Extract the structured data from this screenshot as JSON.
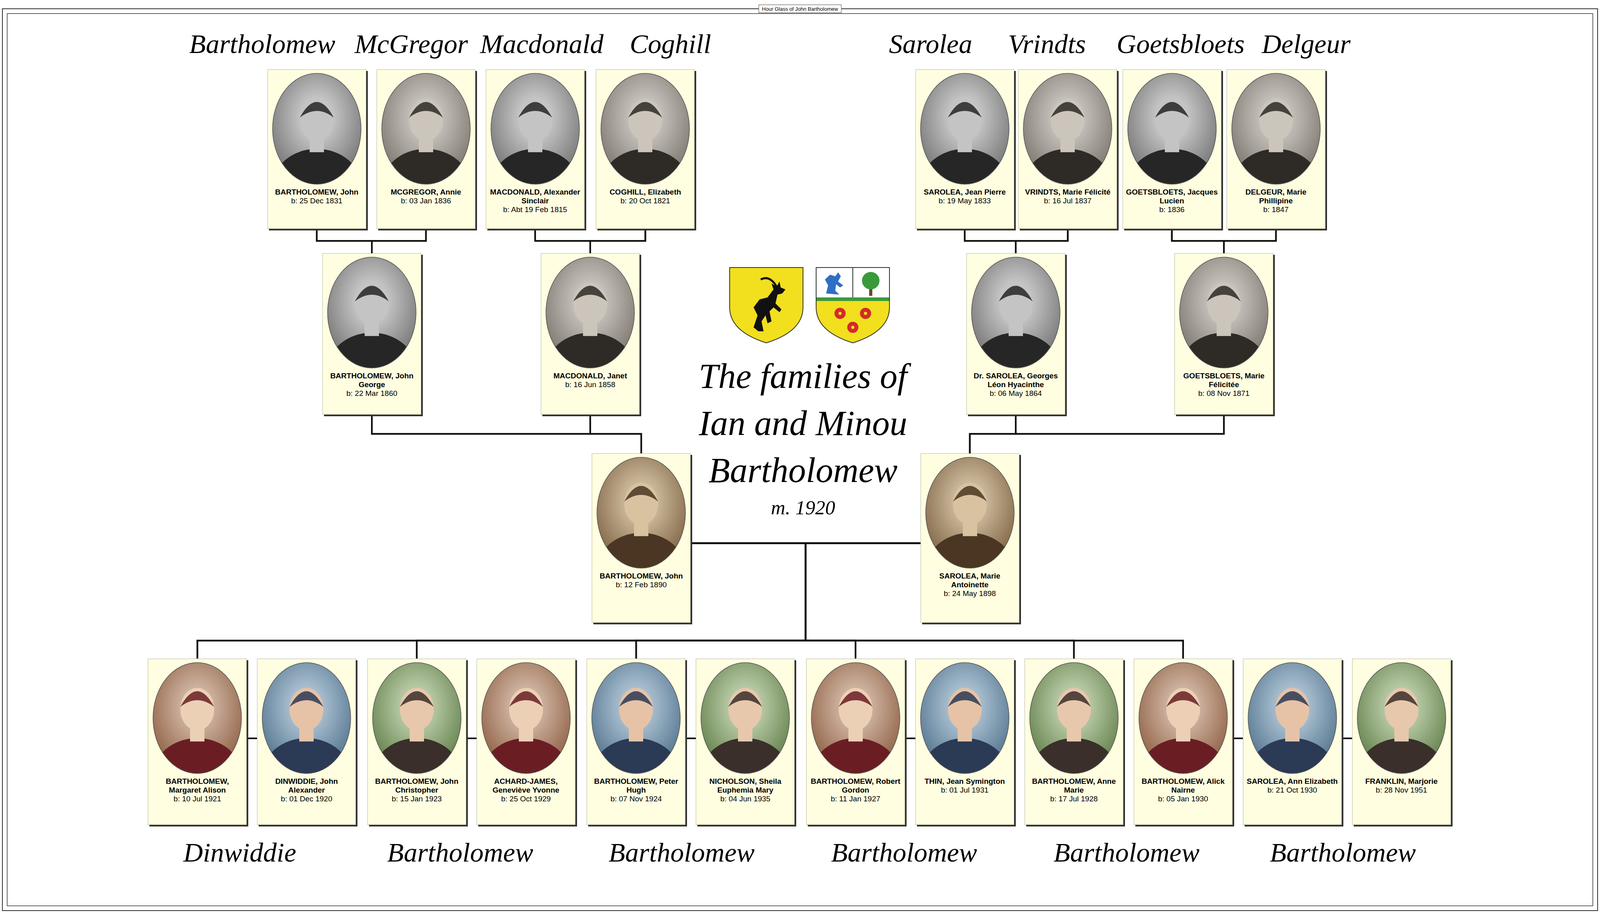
{
  "diagram": {
    "title": "The families of Ian and Minou Bartholomew",
    "nodes": [
      {
        "text": [
          "BARTHOLOMEW, John",
          "b: 25 Dec 1831"
        ]
      },
      {
        "text": [
          "MCGREGOR, Annie",
          "b: 03 Jan 1836"
        ]
      },
      {
        "text": [
          "MACDONALD, Alexander Sinclair",
          "b: Abt 19 Feb 1815"
        ]
      },
      {
        "text": [
          "COGHILL, Elizabeth",
          "b: 20 Oct 1821"
        ]
      },
      {
        "text": [
          "SAROLEA, Jean Pierre",
          "b: 19 May 1833"
        ]
      },
      {
        "text": [
          "VRINDTS, Marie Félicité",
          "b: 16 Jul 1837"
        ]
      },
      {
        "text": [
          "GOETSBLOETS, Jacques Lucien",
          "b: 1836"
        ]
      },
      {
        "text": [
          "DELGEUR, Marie Phillipine",
          "b: 1847"
        ]
      },
      {
        "text": [
          "BARTHOLOMEW, John George",
          "b: 22 Mar 1860"
        ]
      },
      {
        "text": [
          "MACDONALD, Janet",
          "b: 16 Jun 1858"
        ]
      },
      {
        "text": [
          "Dr. SAROLEA, Georges Léon Hyacinthe",
          "b: 06 May 1864"
        ]
      },
      {
        "text": [
          "GOETSBLOETS, Marie Félicitée",
          "b: 08 Nov 1871"
        ]
      },
      {
        "text": [
          "BARTHOLOMEW, John",
          "b: 12 Feb 1890"
        ]
      },
      {
        "text": [
          "SAROLEA, Marie Antoinette",
          "b: 24 May 1898"
        ]
      },
      {
        "text": [
          "BARTHOLOMEW, Margaret Alison",
          "b: 10 Jul 1921"
        ]
      },
      {
        "text": [
          "DINWIDDIE, John Alexander",
          "b: 01 Dec 1920"
        ]
      },
      {
        "text": [
          "BARTHOLOMEW, John Christopher",
          "b: 15 Jan 1923"
        ]
      },
      {
        "text": [
          "ACHARD-JAMES, Geneviève Yvonne",
          "b: 25 Oct 1929"
        ]
      },
      {
        "text": [
          "BARTHOLOMEW, Peter Hugh",
          "b: 07 Nov 1924"
        ]
      },
      {
        "text": [
          "NICHOLSON, Sheila Euphemia Mary",
          "b: 04 Jun 1935"
        ]
      },
      {
        "text": [
          "BARTHOLOMEW, Robert Gordon",
          "b: 11 Jan 1927"
        ]
      },
      {
        "text": [
          "THIN, Jean Symington",
          "b: 01 Jul 1931"
        ]
      },
      {
        "text": [
          "BARTHOLOMEW, Anne Marie",
          "b: 17 Jul 1928"
        ]
      },
      {
        "text": [
          "BARTHOLOMEW, Alick Nairne",
          "b: 05 Jan 1930"
        ]
      },
      {
        "text": [
          "SAROLEA, Ann Elizabeth",
          "b: 21 Oct 1930"
        ]
      },
      {
        "text": [
          "FRANKLIN, Marjorie",
          "b: 28 Nov 1951"
        ]
      }
    ],
    "edges": [
      {
        "from": 0,
        "to": 1,
        "arrow": "none"
      },
      {
        "from": 2,
        "to": 3,
        "arrow": "none"
      },
      {
        "from": 4,
        "to": 5,
        "arrow": "none"
      },
      {
        "from": 6,
        "to": 7,
        "arrow": "none"
      },
      {
        "from": 0,
        "to": 8,
        "arrow": "none"
      },
      {
        "from": 1,
        "to": 8,
        "arrow": "none"
      },
      {
        "from": 2,
        "to": 9,
        "arrow": "none"
      },
      {
        "from": 3,
        "to": 9,
        "arrow": "none"
      },
      {
        "from": 4,
        "to": 10,
        "arrow": "none"
      },
      {
        "from": 5,
        "to": 10,
        "arrow": "none"
      },
      {
        "from": 6,
        "to": 11,
        "arrow": "none"
      },
      {
        "from": 7,
        "to": 11,
        "arrow": "none"
      },
      {
        "from": 8,
        "to": 9,
        "arrow": "none"
      },
      {
        "from": 10,
        "to": 11,
        "arrow": "none"
      },
      {
        "from": 8,
        "to": 12,
        "arrow": "none"
      },
      {
        "from": 9,
        "to": 12,
        "arrow": "none"
      },
      {
        "from": 10,
        "to": 13,
        "arrow": "none"
      },
      {
        "from": 11,
        "to": 13,
        "arrow": "none"
      },
      {
        "from": 12,
        "to": 13,
        "arrow": "none"
      },
      {
        "from": 12,
        "to": 14,
        "arrow": "none"
      },
      {
        "from": 12,
        "to": 16,
        "arrow": "none"
      },
      {
        "from": 12,
        "to": 18,
        "arrow": "none"
      },
      {
        "from": 12,
        "to": 20,
        "arrow": "none"
      },
      {
        "from": 12,
        "to": 22,
        "arrow": "none"
      },
      {
        "from": 12,
        "to": 23,
        "arrow": "none"
      },
      {
        "from": 13,
        "to": 14,
        "arrow": "none"
      },
      {
        "from": 13,
        "to": 16,
        "arrow": "none"
      },
      {
        "from": 13,
        "to": 18,
        "arrow": "none"
      },
      {
        "from": 13,
        "to": 20,
        "arrow": "none"
      },
      {
        "from": 13,
        "to": 22,
        "arrow": "none"
      },
      {
        "from": 13,
        "to": 23,
        "arrow": "none"
      },
      {
        "from": 14,
        "to": 15,
        "arrow": "none"
      },
      {
        "from": 16,
        "to": 17,
        "arrow": "none"
      },
      {
        "from": 18,
        "to": 19,
        "arrow": "none"
      },
      {
        "from": 20,
        "to": 21,
        "arrow": "none"
      },
      {
        "from": 23,
        "to": 24,
        "arrow": "none"
      },
      {
        "from": 24,
        "to": 25,
        "arrow": "none"
      }
    ],
    "labels": [
      "Hour Glass of John Bartholomew",
      "Bartholomew",
      "McGregor",
      "Macdonald",
      "Coghill",
      "Sarolea",
      "Vrindts",
      "Goetsbloets",
      "Delgeur",
      "m. 1920",
      "Dinwiddie",
      "Bartholomew",
      "Bartholomew",
      "Bartholomew",
      "Bartholomew",
      "Bartholomew"
    ]
  }
}
